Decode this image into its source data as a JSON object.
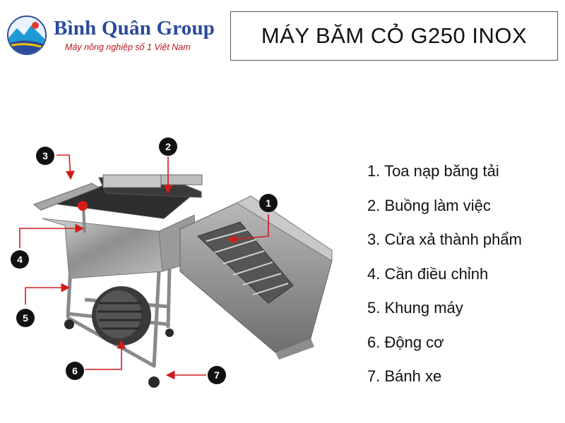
{
  "brand": {
    "name": "Bình Quân Group",
    "tagline": "Máy nông nghiệp số 1 Việt Nam",
    "colors": {
      "primary": "#2a4a9c",
      "accent": "#c0161c"
    }
  },
  "title": "MÁY BĂM CỎ G250 INOX",
  "callouts": [
    "1",
    "2",
    "3",
    "4",
    "5",
    "6",
    "7"
  ],
  "parts": [
    "1. Toa nạp băng tải",
    "2. Buồng làm việc",
    "3. Cửa xả thành phẩm",
    "4. Cần điều chỉnh",
    "5. Khung máy",
    "6. Động cơ",
    "7. Bánh xe"
  ]
}
